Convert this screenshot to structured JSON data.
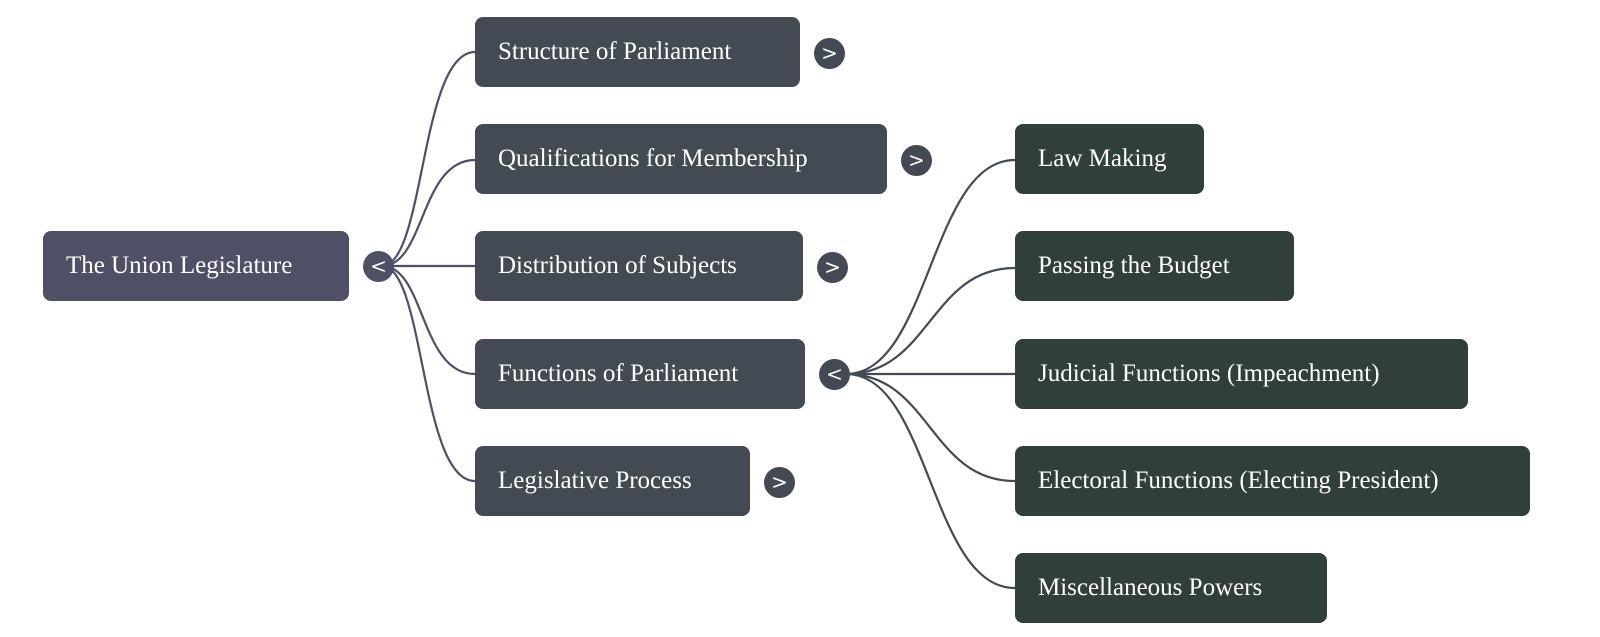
{
  "root": {
    "label": "The Union Legislature",
    "toggle": "<"
  },
  "branches": [
    {
      "label": "Structure of Parliament",
      "toggle": ">"
    },
    {
      "label": "Qualifications for Membership",
      "toggle": ">"
    },
    {
      "label": "Distribution of Subjects",
      "toggle": ">"
    },
    {
      "label": "Functions of Parliament",
      "toggle": "<",
      "children": [
        {
          "label": "Law Making"
        },
        {
          "label": "Passing the Budget"
        },
        {
          "label": "Judicial Functions (Impeachment)"
        },
        {
          "label": "Electoral Functions (Electing President)"
        },
        {
          "label": "Miscellaneous Powers"
        }
      ]
    },
    {
      "label": "Legislative Process",
      "toggle": ">"
    }
  ],
  "colors": {
    "root": "#4f5066",
    "branch": "#434a54",
    "leaf": "#313f3c"
  }
}
